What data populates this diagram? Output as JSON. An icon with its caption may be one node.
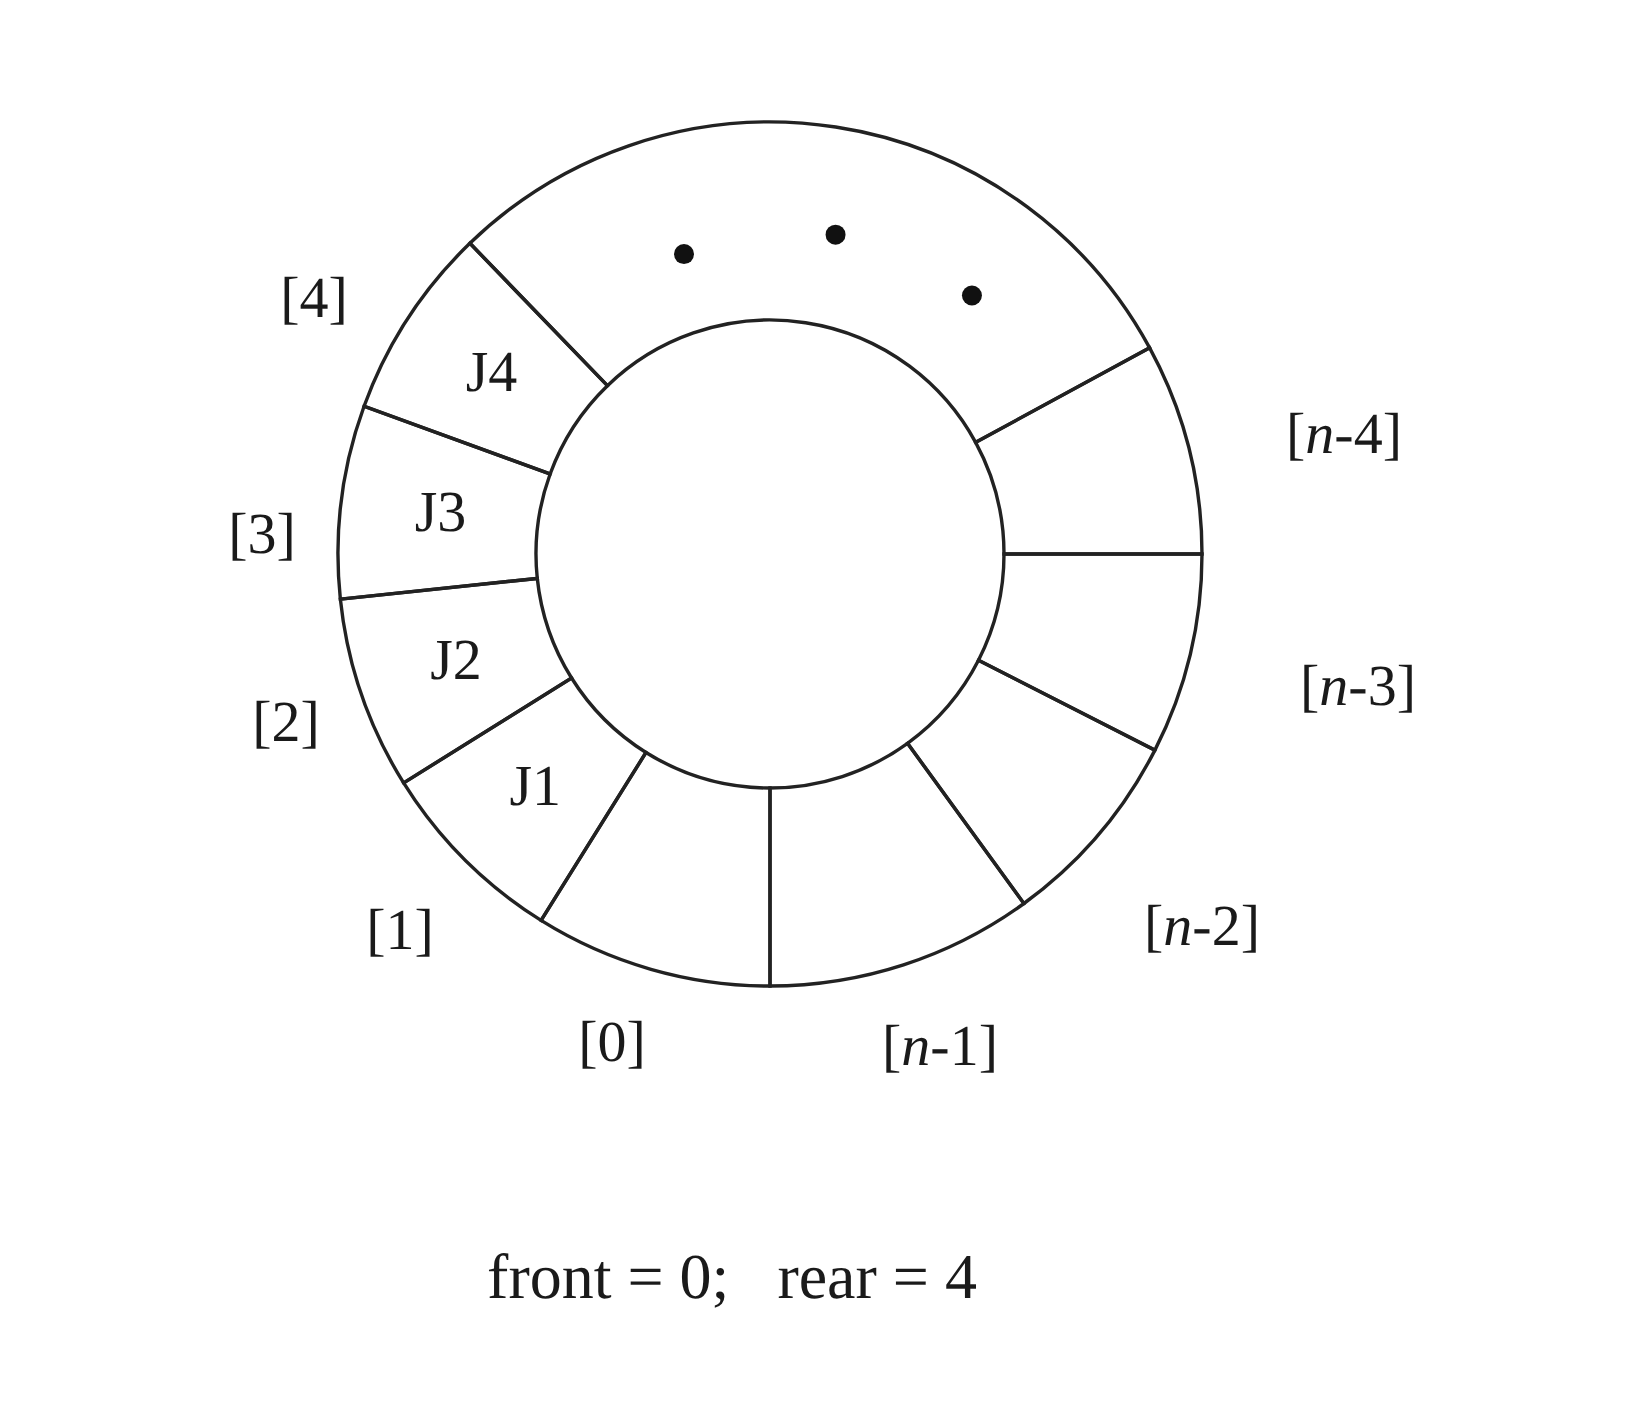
{
  "diagram": {
    "nodes": [
      {
        "text": [],
        "shape": "sector",
        "beside": [
          "[0]"
        ]
      },
      {
        "text": [
          "J1"
        ],
        "beside": [
          "[1]"
        ]
      },
      {
        "text": [
          "J2"
        ],
        "beside": [
          "[2]"
        ]
      },
      {
        "text": [
          "J3"
        ],
        "beside": [
          "[3]"
        ]
      },
      {
        "text": [
          "J4"
        ],
        "beside": [
          "[4]"
        ]
      },
      {
        "text": [],
        "shape": "sector"
      },
      {
        "text": [],
        "shape": "sector",
        "beside": [
          "[*n*-4]"
        ]
      },
      {
        "text": [],
        "shape": "sector",
        "beside": [
          "[*n*-3]"
        ]
      },
      {
        "text": [],
        "shape": "sector",
        "beside": [
          "[*n*-2]"
        ]
      },
      {
        "text": [],
        "shape": "sector",
        "beside": [
          "[*n*-1]"
        ]
      }
    ],
    "labels": [
      "front = 0;   rear = 4"
    ]
  }
}
